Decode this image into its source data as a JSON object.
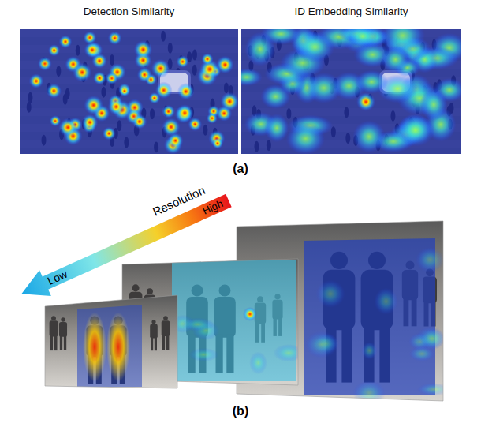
{
  "diagram": {
    "nodes": [
      {
        "text": [
          "Detection Similarity"
        ]
      },
      {
        "text": [
          "ID Embedding Similarity"
        ]
      }
    ],
    "labels": [
      "(a)",
      "Resolution",
      "High",
      "Low",
      "(b)"
    ]
  }
}
